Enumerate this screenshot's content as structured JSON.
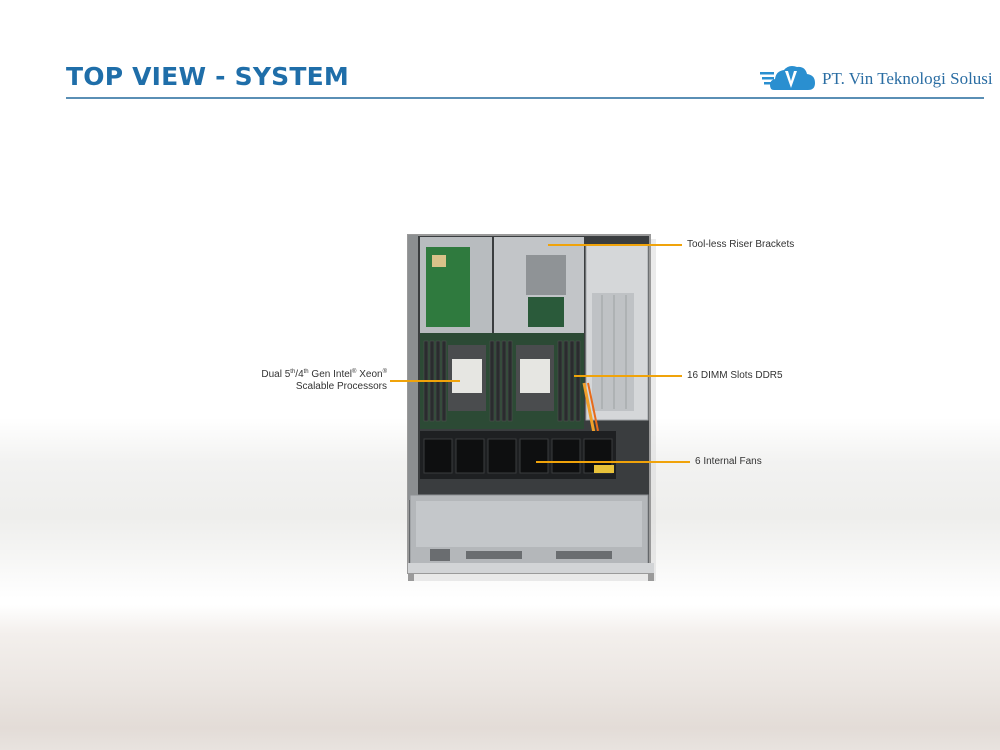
{
  "slide": {
    "title": "TOP VIEW - SYSTEM"
  },
  "brand": {
    "name": "PT. Vin Teknologi Solusi",
    "logo_icon": "cloud-v-logo-icon",
    "color": "#2a6da3"
  },
  "image": {
    "subject": "server-top-view-image"
  },
  "callouts": {
    "riser": "Tool-less Riser Brackets",
    "cpu_prefix": "Dual 5",
    "cpu_th1": "th",
    "cpu_slash": "/4",
    "cpu_th2": "th",
    "cpu_gen": " Gen Intel",
    "cpu_reg1": "®",
    "cpu_xeon": " Xeon",
    "cpu_reg2": "®",
    "cpu_line2": "Scalable Processors",
    "dimm": "16 DIMM Slots DDR5",
    "fans": "6 Internal  Fans",
    "line_color": "#f0a30a"
  }
}
